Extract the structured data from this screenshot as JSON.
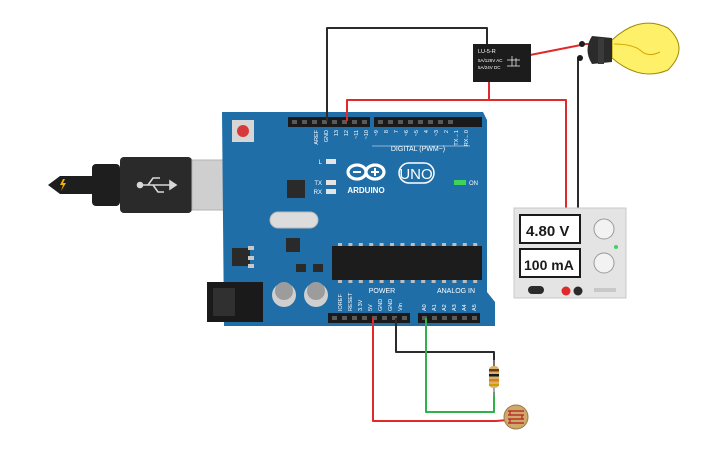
{
  "arduino": {
    "brand": "ARDUINO",
    "model": "UNO",
    "on_label": "ON",
    "tx_label": "TX",
    "rx_label": "RX",
    "l_label": "L",
    "digital_header": "DIGITAL (PWM~)",
    "power_header": "POWER",
    "analog_header": "ANALOG IN",
    "digital_pins": [
      "AREF",
      "GND",
      "13",
      "12",
      "~11",
      "~10",
      "~9",
      "8",
      "7",
      "~6",
      "~5",
      "4",
      "~3",
      "2",
      "TX→1",
      "RX←0"
    ],
    "power_pins": [
      "IOREF",
      "RESET",
      "3.3V",
      "5V",
      "GND",
      "GND",
      "Vin"
    ],
    "analog_pins": [
      "A0",
      "A1",
      "A2",
      "A3",
      "A4",
      "A5"
    ]
  },
  "relay": {
    "name": "LU-5-R",
    "line1": "5A/125V AC",
    "line2": "5A/24V DC"
  },
  "power_supply": {
    "voltage": "4.80 V",
    "current": "100 mA"
  },
  "colors": {
    "board": "#1f6ea8",
    "wire_red": "#e02a2a",
    "wire_black": "#2b2b2b",
    "wire_green": "#2fb24a",
    "bulb": "#fff06a"
  }
}
